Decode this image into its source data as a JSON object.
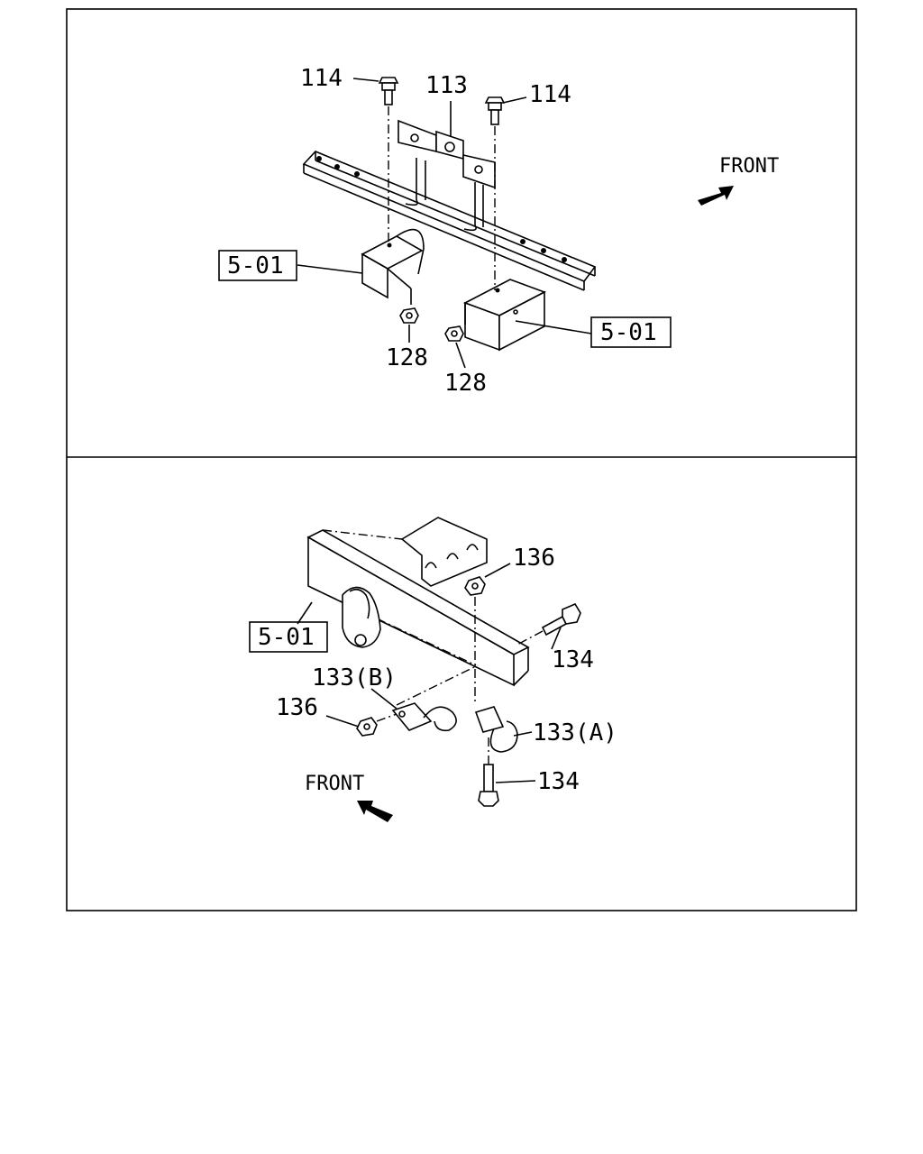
{
  "top_panel": {
    "callouts": {
      "bolt_left": "114",
      "bracket": "113",
      "bolt_right": "114",
      "frame_left": "5-01",
      "frame_right": "5-01",
      "nut_left": "128",
      "nut_right": "128"
    },
    "front_label": "FRONT"
  },
  "bottom_panel": {
    "callouts": {
      "nut_top": "136",
      "frame": "5-01",
      "bolt_right": "134",
      "hook_b": "133(B)",
      "nut_left": "136",
      "hook_a": "133(A)",
      "bolt_bottom": "134"
    },
    "front_label": "FRONT"
  }
}
